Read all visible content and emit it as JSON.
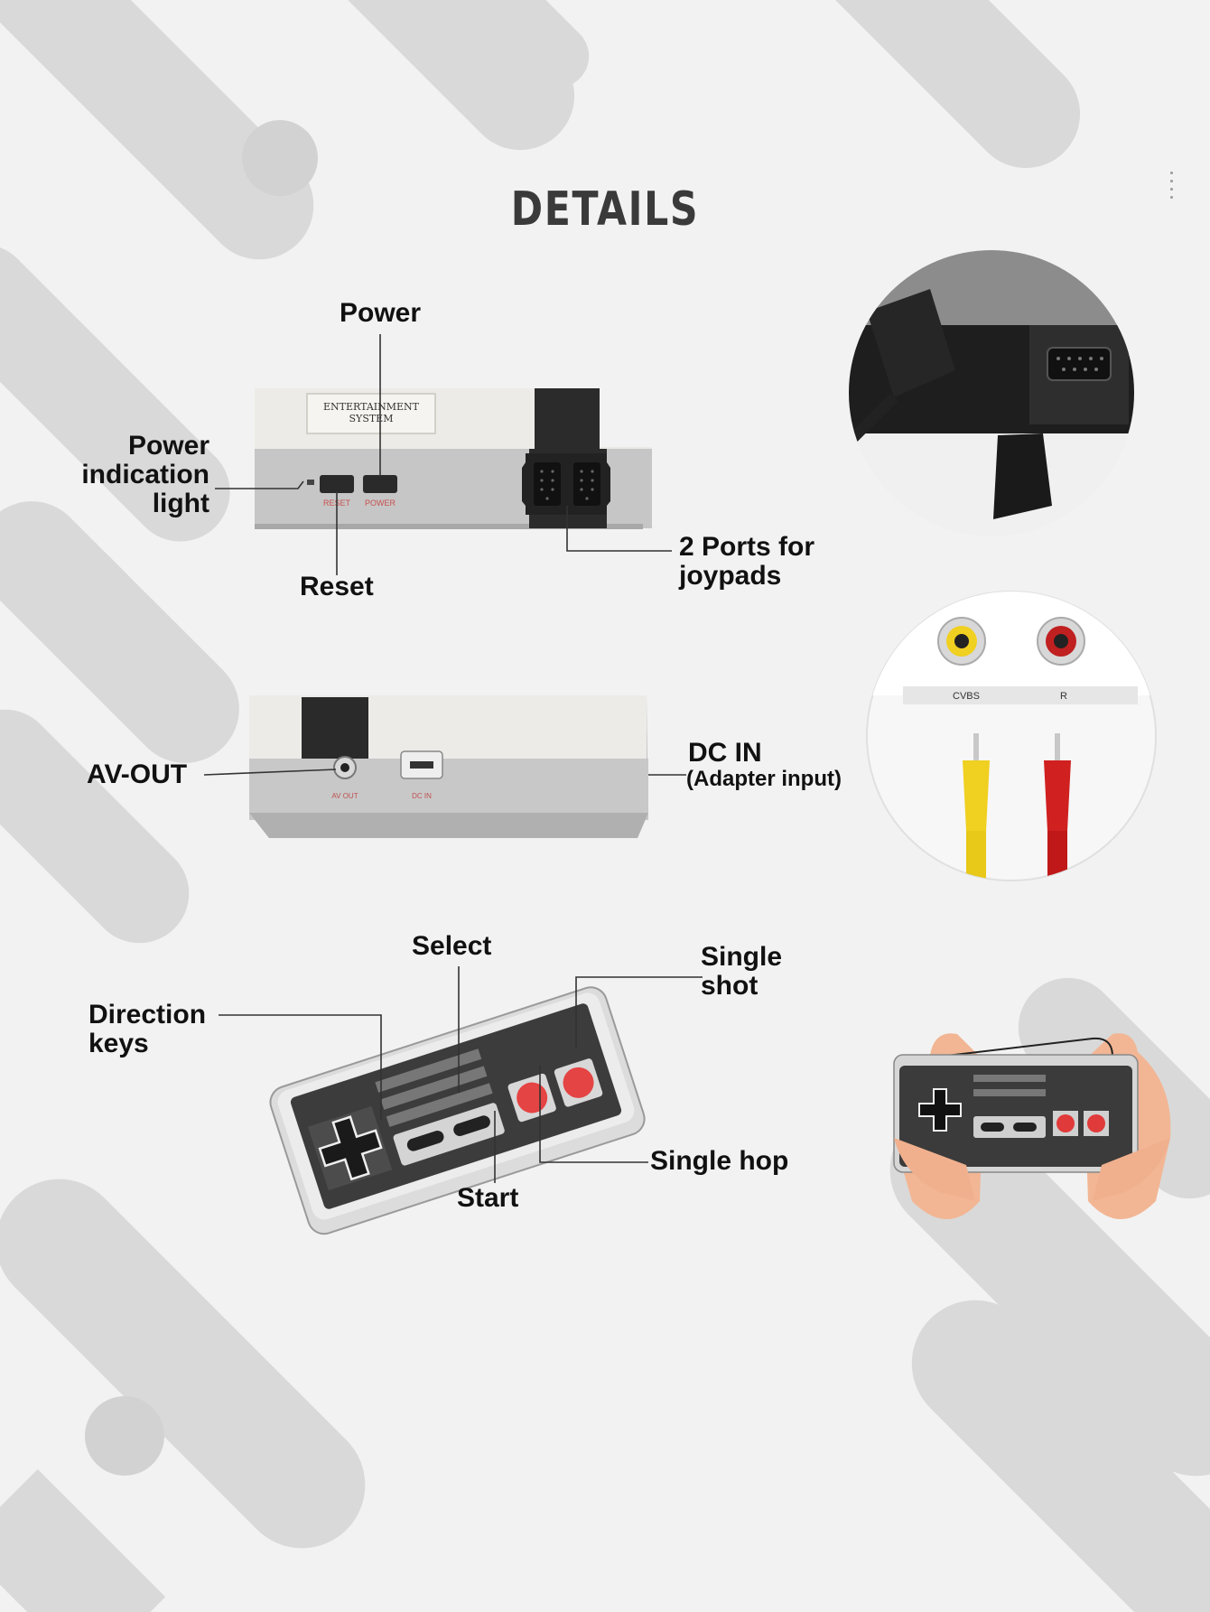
{
  "page": {
    "title": "DETAILS"
  },
  "console_front": {
    "label_power": "Power",
    "label_power_indication": [
      "Power",
      "indication",
      "light"
    ],
    "label_reset": "Reset",
    "label_ports": [
      "2 Ports for",
      "joypads"
    ],
    "badge_text": [
      "ENTERTAINMENT",
      "SYSTEM"
    ],
    "button_reset_text": "RESET",
    "button_power_text": "POWER"
  },
  "console_back": {
    "label_av_out": "AV-OUT",
    "label_dc_in": "DC IN",
    "label_dc_in_sub": "(Adapter input)",
    "port_av_text": "AV OUT",
    "port_dc_text": "DC IN"
  },
  "controller": {
    "label_select": "Select",
    "label_single_shot": [
      "Single",
      "shot"
    ],
    "label_direction": [
      "Direction",
      "keys"
    ],
    "label_single_hop": "Single hop",
    "label_start": "Start"
  },
  "av_closeup": {
    "jack_labels": [
      "CVBS",
      "R"
    ]
  },
  "colors": {
    "background": "#f2f2f2",
    "console_light": "#e8e6e2",
    "console_gray": "#b9b9b9",
    "console_dark": "#2a2a2a",
    "button_red": "#e03a3a",
    "cable_yellow": "#f0d020",
    "cable_red": "#d02020"
  }
}
